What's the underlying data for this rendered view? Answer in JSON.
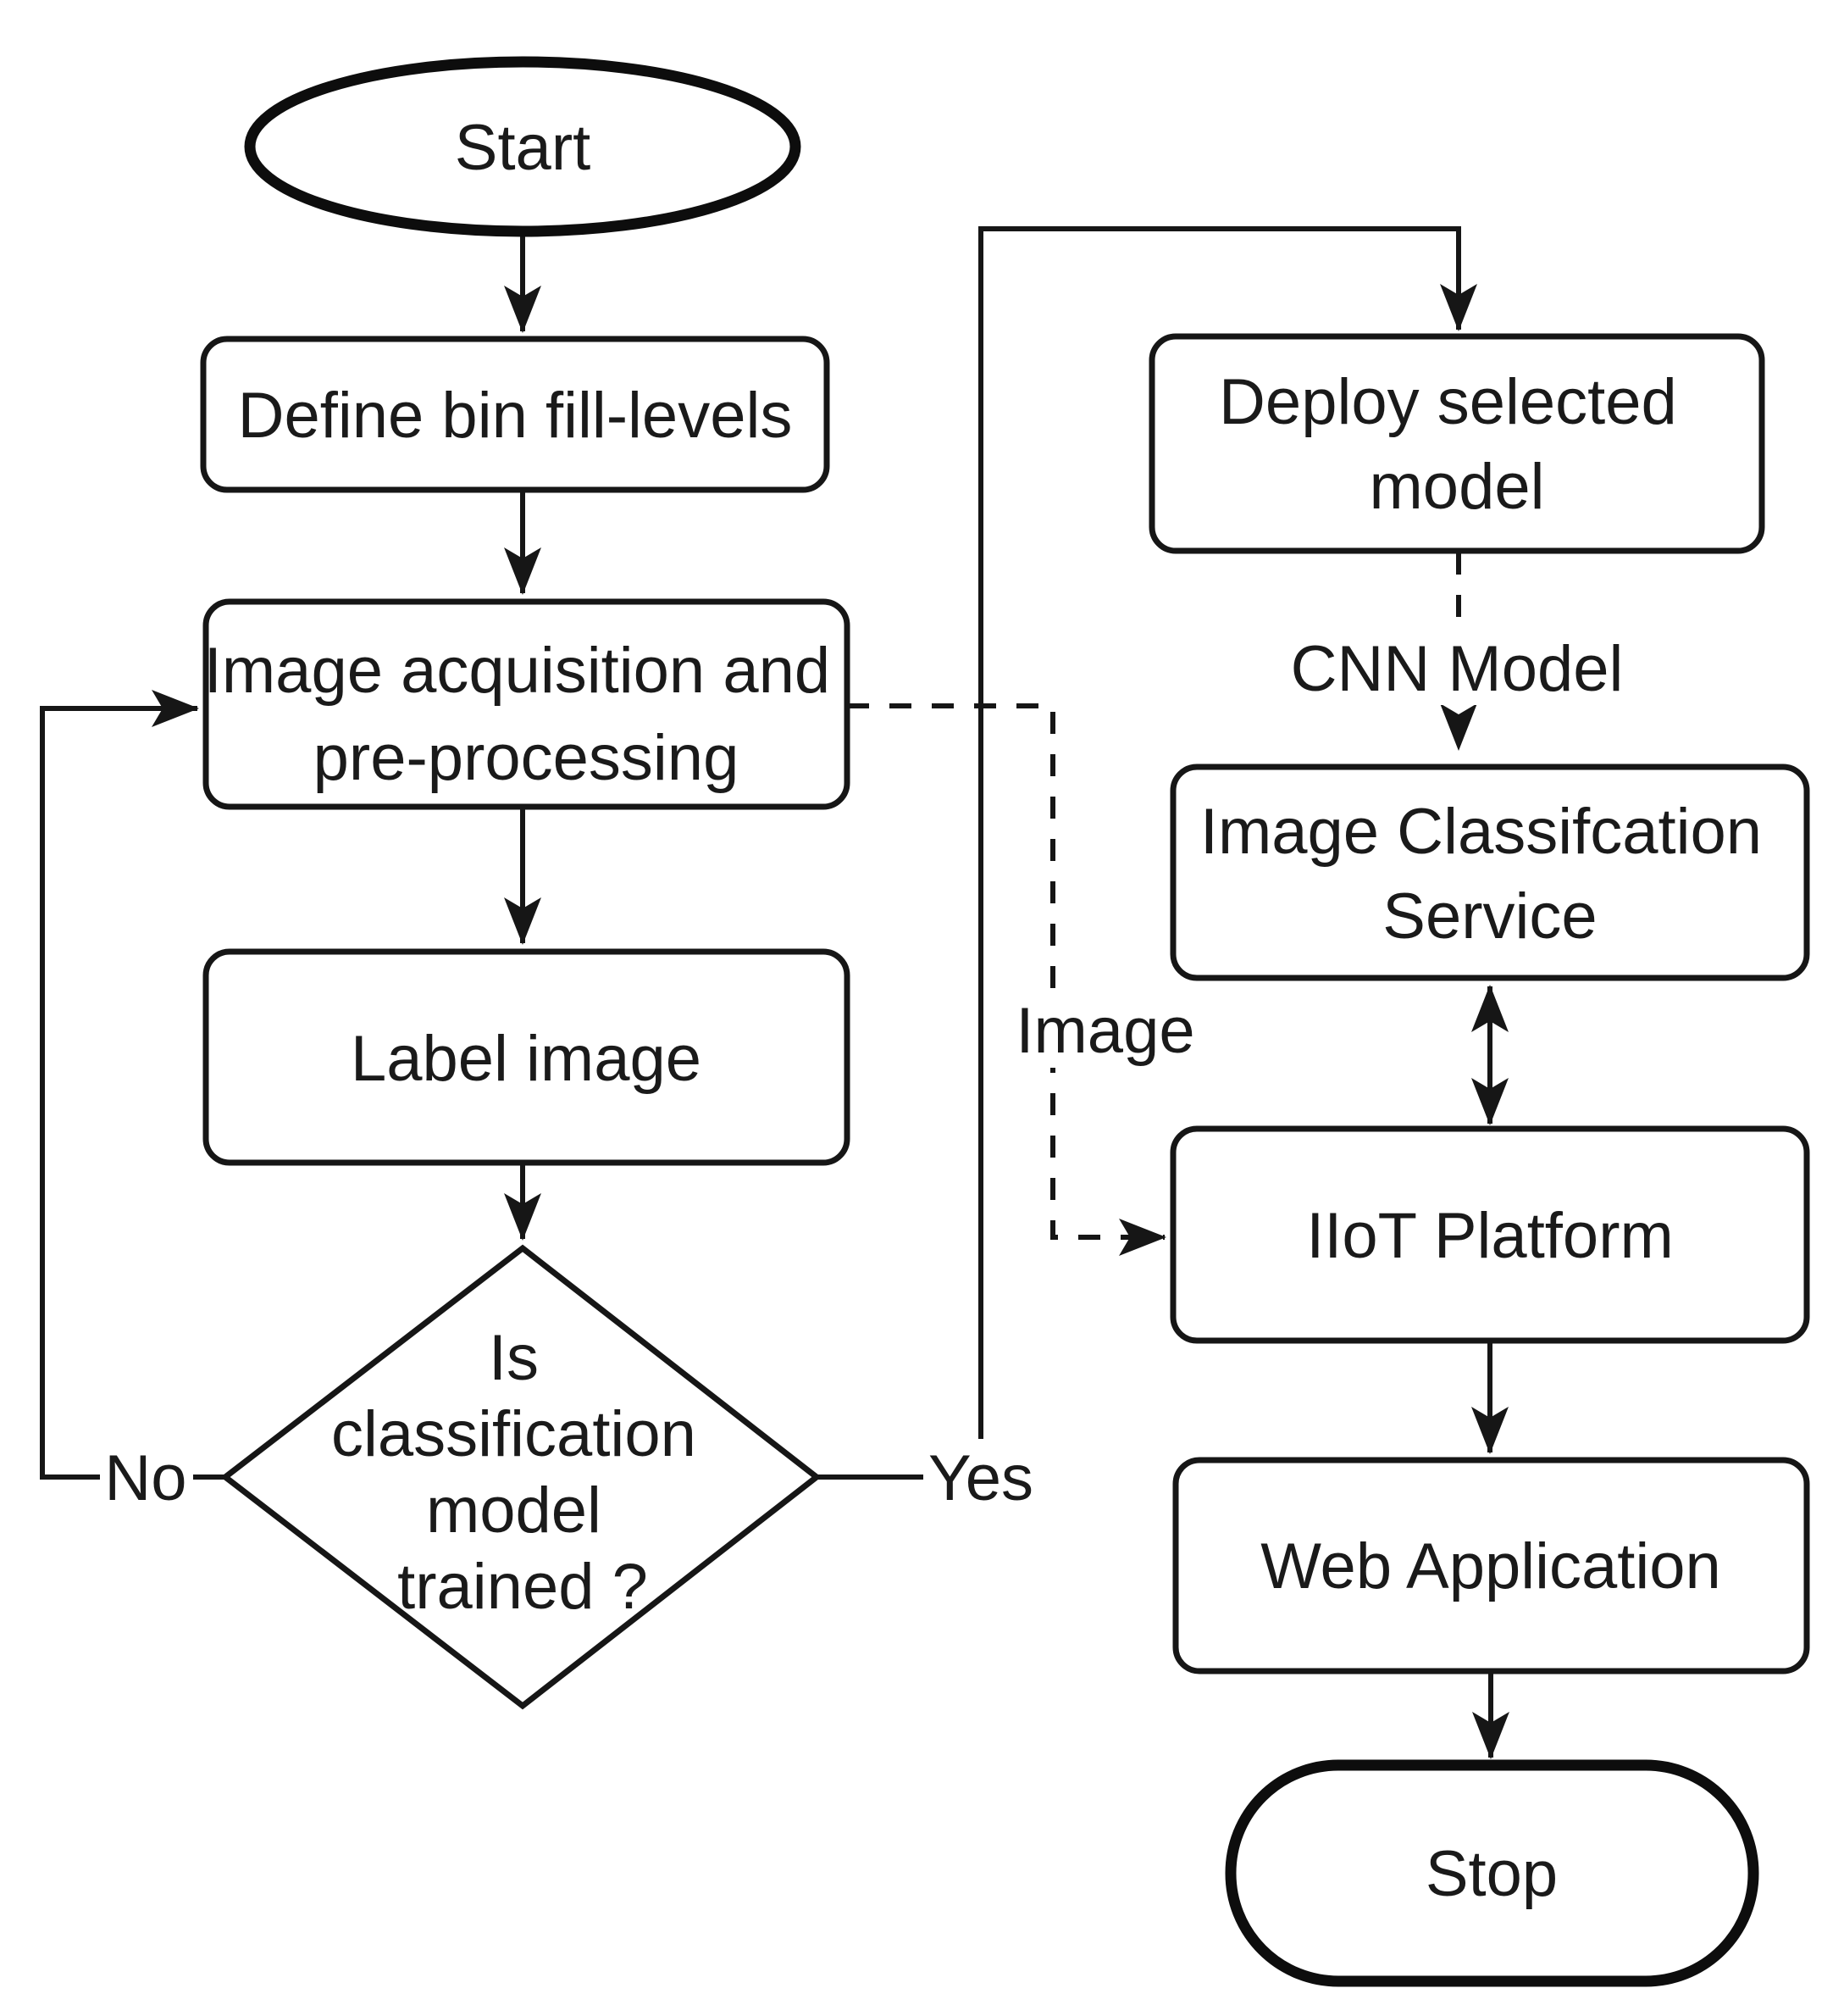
{
  "diagram": {
    "background_color": "#ffffff",
    "line_color": "#161616",
    "text_color": "#1a1a1a",
    "nodes": {
      "start": {
        "shape": "terminator",
        "label": "Start"
      },
      "define_levels": {
        "shape": "process",
        "label": "Define bin fill-levels"
      },
      "image_acquisition": {
        "shape": "process",
        "lines": [
          "Image acquisition and",
          "pre-processing"
        ]
      },
      "label_image": {
        "shape": "process",
        "label": "Label image"
      },
      "model_trained": {
        "shape": "decision",
        "lines": [
          "Is",
          "classification",
          "model",
          "trained ?"
        ]
      },
      "deploy_model": {
        "shape": "process",
        "lines": [
          "Deploy selected",
          "model"
        ]
      },
      "classification_service": {
        "shape": "process",
        "lines": [
          "Image Classifcation",
          "Service"
        ]
      },
      "iiot_platform": {
        "shape": "process",
        "label": "IIoT Platform"
      },
      "web_application": {
        "shape": "process",
        "label": "Web Application"
      },
      "stop": {
        "shape": "terminator",
        "label": "Stop"
      }
    },
    "edge_labels": {
      "no": "No",
      "yes": "Yes",
      "cnn_model": "CNN Model",
      "image": "Image"
    }
  }
}
